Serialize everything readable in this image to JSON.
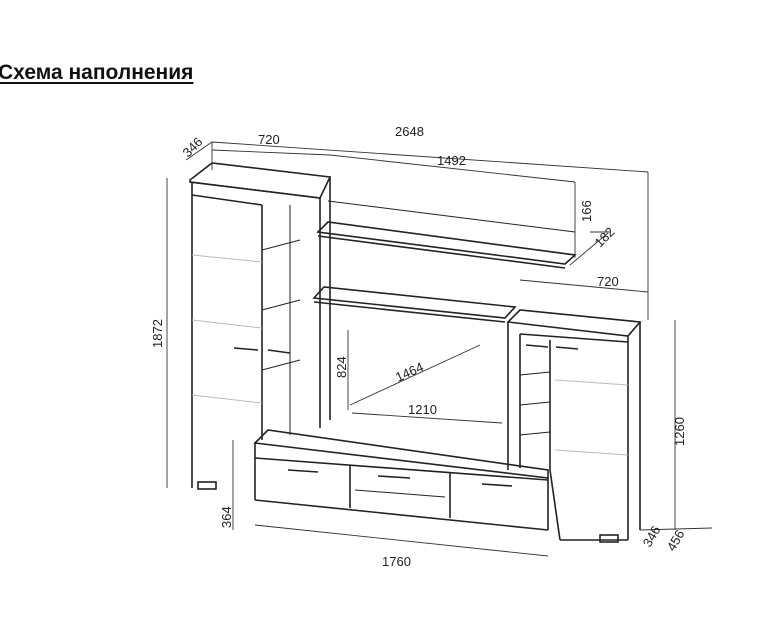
{
  "title": "Схема наполнения",
  "dimensions": {
    "left_depth": "346",
    "left_width": "720",
    "total_width": "2648",
    "shelf_width": "1492",
    "shelf_height": "166",
    "shelf_depth": "182",
    "right_width": "720",
    "total_height": "1872",
    "tv_height": "824",
    "tv_diagonal": "1464",
    "tv_width": "1210",
    "right_height": "1260",
    "base_height": "364",
    "base_width": "1760",
    "right_depth": "346",
    "base_depth": "456"
  }
}
